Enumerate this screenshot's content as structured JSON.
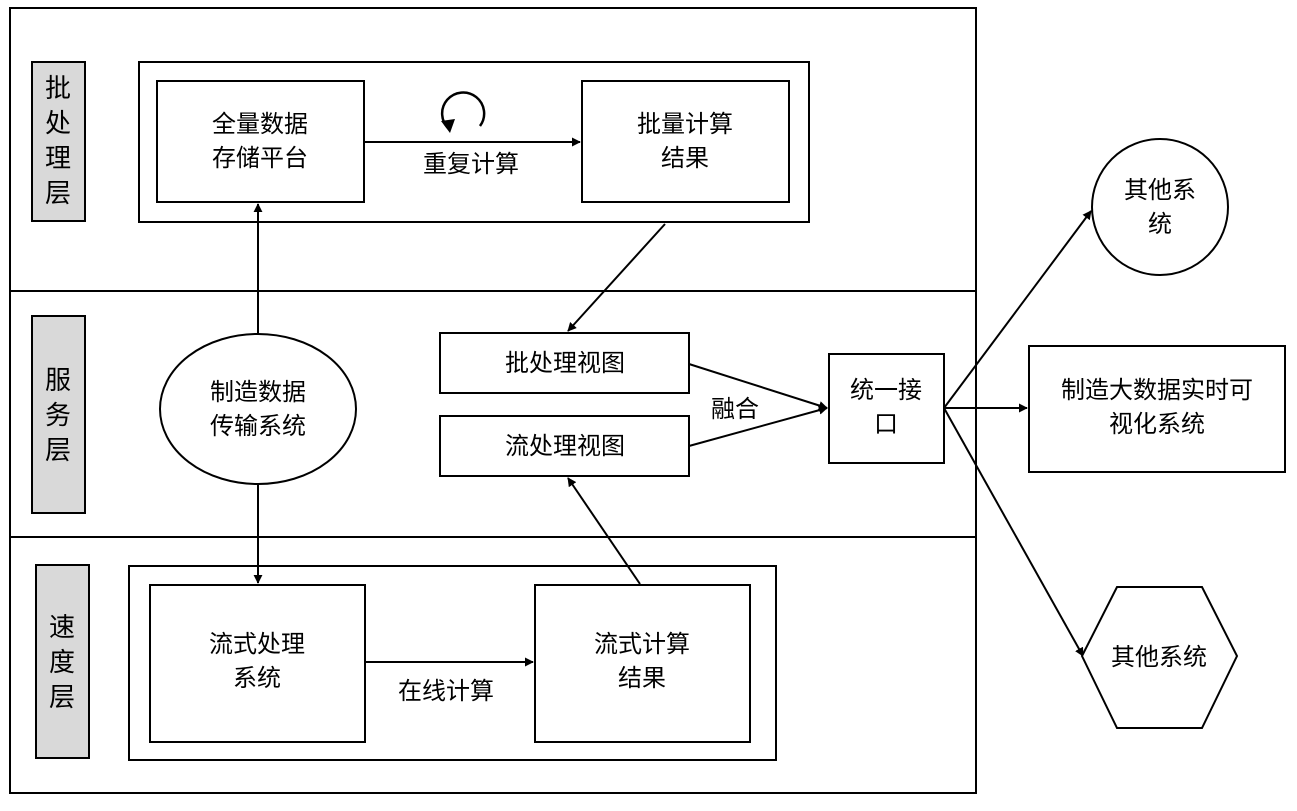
{
  "layers": {
    "batch": {
      "label": [
        "批",
        "处",
        "理",
        "层"
      ]
    },
    "service": {
      "label": [
        "服",
        "务",
        "层"
      ]
    },
    "speed": {
      "label": [
        "速",
        "度",
        "层"
      ]
    }
  },
  "nodes": {
    "full_storage": [
      "全量数据",
      "存储平台"
    ],
    "batch_result": [
      "批量计算",
      "结果"
    ],
    "batch_view": [
      "批处理视图"
    ],
    "stream_view": [
      "流处理视图"
    ],
    "transmission": [
      "制造数据",
      "传输系统"
    ],
    "unified_interface": [
      "统一接",
      "口"
    ],
    "visualization": [
      "制造大数据实时可",
      "视化系统"
    ],
    "other_circle": [
      "其他系",
      "统"
    ],
    "other_hexagon": [
      "其他系统"
    ],
    "stream_system": [
      "流式处理",
      "系统"
    ],
    "stream_result": [
      "流式计算",
      "结果"
    ]
  },
  "edges": {
    "repeat_compute": "重复计算",
    "fusion": "融合",
    "online_compute": "在线计算"
  }
}
